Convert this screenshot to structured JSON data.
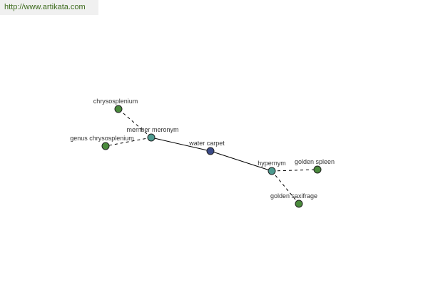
{
  "header": {
    "url": "http://www.artikata.com"
  },
  "graph": {
    "center": {
      "label": "water carpet",
      "color": "#3a4a88"
    },
    "relations": [
      {
        "id": "member-meronym",
        "label": "member meronym",
        "color": "#4d9a8f"
      },
      {
        "id": "hypernym",
        "label": "hypernym",
        "color": "#4d9a8f"
      }
    ],
    "leaves": [
      {
        "id": "chrysosplenium",
        "label": "chrysosplenium",
        "relation": "member-meronym",
        "color": "#4a8a3c"
      },
      {
        "id": "genus-chrysosplenium",
        "label": "genus chrysosplenium",
        "relation": "member-meronym",
        "color": "#4a8a3c"
      },
      {
        "id": "golden-spleen",
        "label": "golden spleen",
        "relation": "hypernym",
        "color": "#4a8a3c"
      },
      {
        "id": "golden-saxifrage",
        "label": "golden saxifrage",
        "relation": "hypernym",
        "color": "#4a8a3c"
      }
    ]
  }
}
